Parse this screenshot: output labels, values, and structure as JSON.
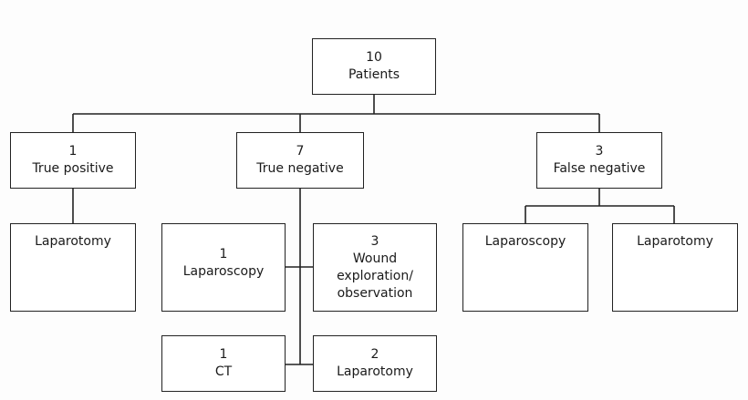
{
  "root": {
    "count": "10",
    "label": "Patients"
  },
  "true_positive": {
    "count": "1",
    "label": "True positive",
    "child": {
      "label": "Laparotomy"
    }
  },
  "true_negative": {
    "count": "7",
    "label": "True negative",
    "children": [
      {
        "count": "1",
        "label": "Laparoscopy"
      },
      {
        "count": "3",
        "label_lines": [
          "Wound",
          "exploration/",
          "observation"
        ]
      },
      {
        "count": "1",
        "label": "CT"
      },
      {
        "count": "2",
        "label": "Laparotomy"
      }
    ]
  },
  "false_negative": {
    "count": "3",
    "label": "False negative",
    "children": [
      {
        "label": "Laparoscopy"
      },
      {
        "label": "Laparotomy"
      }
    ]
  }
}
